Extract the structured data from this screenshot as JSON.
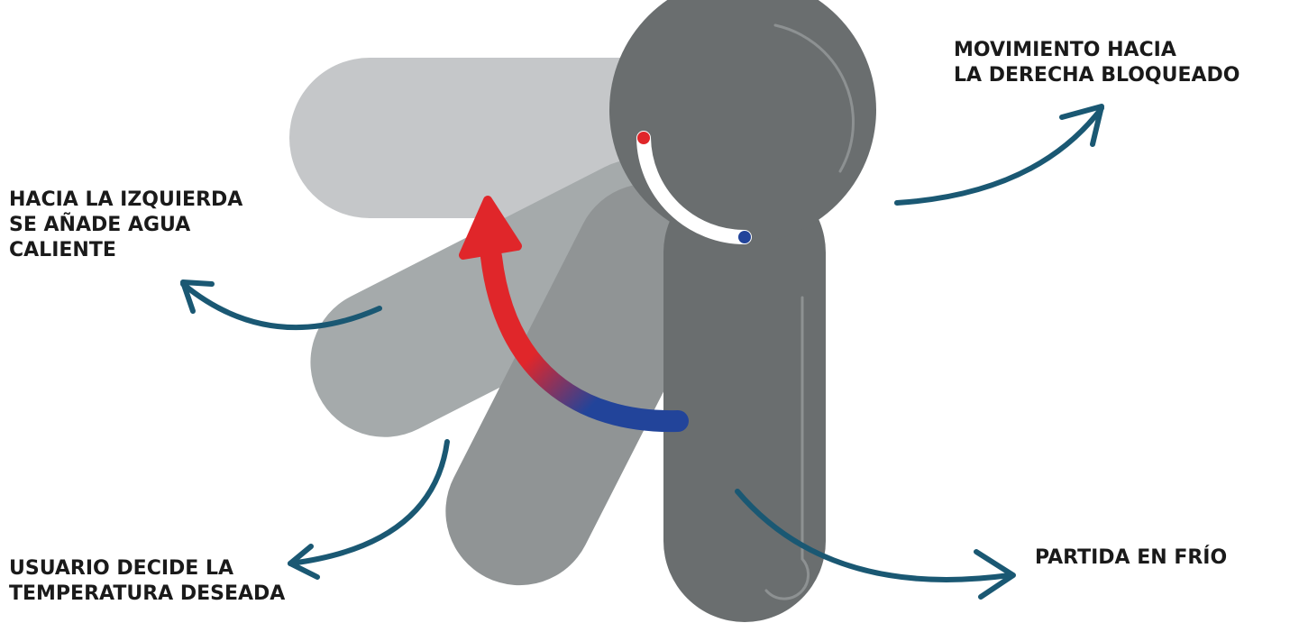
{
  "labels": {
    "blocked_right": [
      "MOVIMIENTO HACIA",
      "LA DERECHA BLOQUEADO"
    ],
    "left_hot": [
      "HACIA LA IZQUIERDA",
      "SE AÑADE AGUA",
      "CALIENTE"
    ],
    "user_decides": [
      "USUARIO DECIDE LA",
      "TEMPERATURA DESEADA"
    ],
    "cold_start": [
      "PARTIDA EN FRÍO"
    ]
  },
  "colors": {
    "lever_far": "#c5c7c9",
    "lever_mid": "#a5aaab",
    "lever_near": "#909495",
    "lever_main": "#6a6e6f",
    "annotation_arrow": "#1a5873",
    "hot": "#e0262a",
    "cold": "#22449a",
    "text": "#1a1a1a"
  }
}
